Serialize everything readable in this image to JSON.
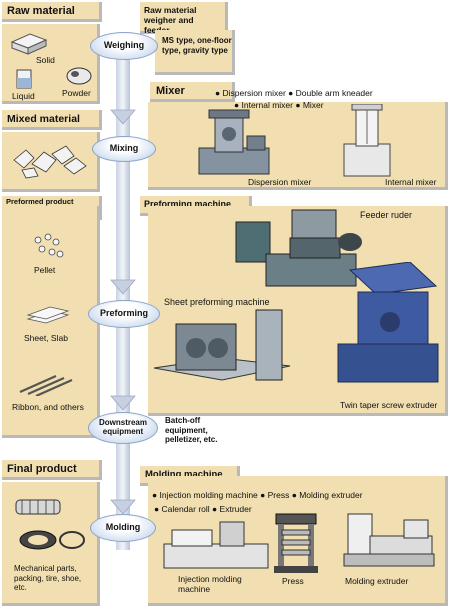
{
  "raw_material": {
    "title": "Raw material",
    "items": [
      "Solid",
      "Liquid",
      "Powder"
    ],
    "feeder_title": "Raw material weigher and feeder",
    "feeder_types": "MS type, one-floor type, gravity type"
  },
  "stages": {
    "weighing": "Weighing",
    "mixing": "Mixing",
    "preforming": "Preforming",
    "downstream": "Downstream equipment",
    "molding": "Molding"
  },
  "mixed_material": {
    "title": "Mixed material"
  },
  "mixer": {
    "title": "Mixer",
    "types_line1": "● Dispersion mixer  ● Double arm kneader",
    "types_line2": "● Internal mixer  ● Mixer",
    "labels": [
      "Dispersion mixer",
      "Internal mixer"
    ]
  },
  "preformed": {
    "title": "Preformed product (Intermediate product)",
    "items": [
      "Pellet",
      "Sheet, Slab",
      "Ribbon, and others"
    ]
  },
  "preforming_machine": {
    "title": "Preforming machine",
    "labels": [
      "Feeder ruder",
      "Sheet preforming machine",
      "Twin taper screw extruder"
    ]
  },
  "batch_off": "Batch-off equipment, pelletizer, etc.",
  "final_product": {
    "title": "Final product",
    "items": "Mechanical parts, packing, tire, shoe, etc."
  },
  "molding_machine": {
    "title": "Molding machine",
    "types_line1": "● Injection molding machine  ● Press  ● Molding extruder",
    "types_line2": "● Calendar roll  ● Extruder",
    "labels": [
      "Injection molding machine",
      "Press",
      "Molding extruder"
    ]
  },
  "colors": {
    "panel": "#f1dfb1",
    "shadow": "#b9b9b9",
    "stage": "#d6e2f2"
  }
}
